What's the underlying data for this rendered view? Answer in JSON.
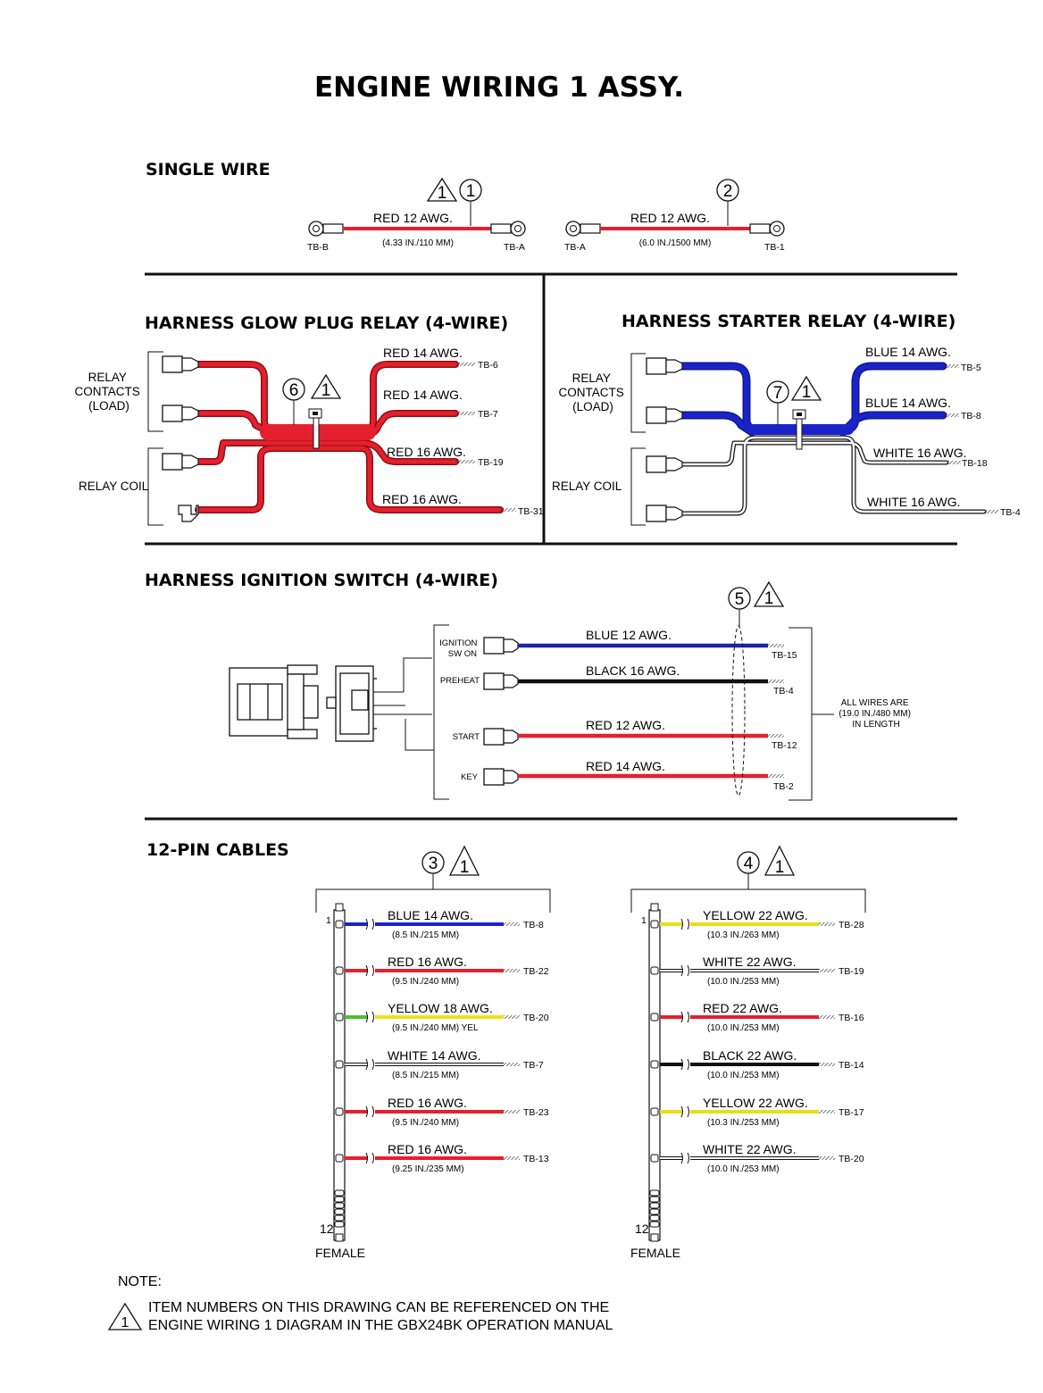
{
  "title": "ENGINE WIRING 1 ASSY.",
  "single_wire": {
    "heading": "SINGLE WIRE",
    "wires": [
      {
        "item": "1",
        "note_ref": "1",
        "label": "RED 12 AWG.",
        "length": "(4.33 IN./110 MM)",
        "left_end": "TB-B",
        "right_end": "TB-A",
        "color": "#e5202e"
      },
      {
        "item": "2",
        "label": "RED 12 AWG.",
        "length": "(6.0 IN./1500 MM)",
        "left_end": "TB-A",
        "right_end": "TB-1",
        "color": "#e5202e"
      }
    ]
  },
  "glow_plug": {
    "heading": "HARNESS GLOW PLUG RELAY (4-WIRE)",
    "item": "6",
    "note_ref": "1",
    "group_contacts": "RELAY\nCONTACTS\n(LOAD)",
    "group_coil": "RELAY COIL",
    "wires": [
      {
        "label": "RED 14 AWG.",
        "end": "TB-6",
        "color": "#e5202e"
      },
      {
        "label": "RED 14 AWG.",
        "end": "TB-7",
        "color": "#e5202e"
      },
      {
        "label": "RED 16 AWG.",
        "end": "TB-19",
        "color": "#e5202e"
      },
      {
        "label": "RED 16 AWG.",
        "end": "TB-31",
        "color": "#e5202e"
      }
    ]
  },
  "starter": {
    "heading": "HARNESS STARTER RELAY (4-WIRE)",
    "item": "7",
    "note_ref": "1",
    "group_contacts": "RELAY\nCONTACTS\n(LOAD)",
    "group_coil": "RELAY COIL",
    "wires": [
      {
        "label": "BLUE 14 AWG.",
        "end": "TB-5",
        "color": "#1a23c9"
      },
      {
        "label": "BLUE 14 AWG.",
        "end": "TB-8",
        "color": "#1a23c9"
      },
      {
        "label": "WHITE 16 AWG.",
        "end": "TB-18",
        "color": "#ffffff"
      },
      {
        "label": "WHITE 16 AWG.",
        "end": "TB-4",
        "color": "#ffffff"
      }
    ]
  },
  "ignition": {
    "heading": "HARNESS IGNITION SWITCH (4-WIRE)",
    "item": "5",
    "note_ref": "1",
    "length_note": "ALL WIRES ARE\n(19.0 IN./480 MM)\nIN LENGTH",
    "wires": [
      {
        "pin": "IGNITION\nSW ON",
        "label": "BLUE 12 AWG.",
        "end": "TB-15",
        "color": "#1e22a8"
      },
      {
        "pin": "PREHEAT",
        "label": "BLACK 16 AWG.",
        "end": "TB-4",
        "color": "#111111"
      },
      {
        "pin": "START",
        "label": "RED 12 AWG.",
        "end": "TB-12",
        "color": "#e5202e"
      },
      {
        "pin": "KEY",
        "label": "RED 14 AWG.",
        "end": "TB-2",
        "color": "#e5202e"
      }
    ]
  },
  "cables": {
    "heading": "12-PIN CABLES",
    "connector_label": "FEMALE",
    "pin_first": "1",
    "pin_last": "12",
    "groups": [
      {
        "item": "3",
        "note_ref": "1",
        "wires": [
          {
            "label": "BLUE 14 AWG.",
            "length": "(8.5 IN./215 MM)",
            "end": "TB-8",
            "color": "#1a23c9"
          },
          {
            "label": "RED 16 AWG.",
            "length": "(9.5 IN./240 MM)",
            "end": "TB-22",
            "color": "#e5202e"
          },
          {
            "label": "YELLOW 18 AWG.",
            "length": "(9.5 IN./240 MM) YEL",
            "end": "TB-20",
            "color": "#49c02a",
            "color2": "#f0e019"
          },
          {
            "label": "WHITE 14 AWG.",
            "length": "(8.5 IN./215 MM)",
            "end": "TB-7",
            "color": "#ffffff"
          },
          {
            "label": "RED 16 AWG.",
            "length": "(9.5 IN./240 MM)",
            "end": "TB-23",
            "color": "#e5202e"
          },
          {
            "label": "RED 16 AWG.",
            "length": "(9.25 IN./235 MM)",
            "end": "TB-13",
            "color": "#e5202e"
          }
        ]
      },
      {
        "item": "4",
        "note_ref": "1",
        "wires": [
          {
            "label": "YELLOW 22 AWG.",
            "length": "(10.3 IN./263 MM)",
            "end": "TB-28",
            "color": "#e8dd1a"
          },
          {
            "label": "WHITE 22 AWG.",
            "length": "(10.0 IN./253 MM)",
            "end": "TB-19",
            "color": "#ffffff"
          },
          {
            "label": "RED 22 AWG.",
            "length": "(10.0 IN./253 MM)",
            "end": "TB-16",
            "color": "#e5202e"
          },
          {
            "label": "BLACK 22 AWG.",
            "length": "(10.0 IN./253 MM)",
            "end": "TB-14",
            "color": "#111111"
          },
          {
            "label": "YELLOW 22 AWG.",
            "length": "(10.3 IN./253 MM)",
            "end": "TB-17",
            "color": "#e8dd1a"
          },
          {
            "label": "WHITE 22 AWG.",
            "length": "(10.0 IN./253 MM)",
            "end": "TB-20",
            "color": "#ffffff"
          }
        ]
      }
    ]
  },
  "note": {
    "heading": "NOTE:",
    "ref": "1",
    "lines": [
      "ITEM NUMBERS ON THIS DRAWING CAN BE REFERENCED ON THE",
      "ENGINE WIRING 1 DIAGRAM IN THE GBX24BK OPERATION MANUAL"
    ]
  }
}
